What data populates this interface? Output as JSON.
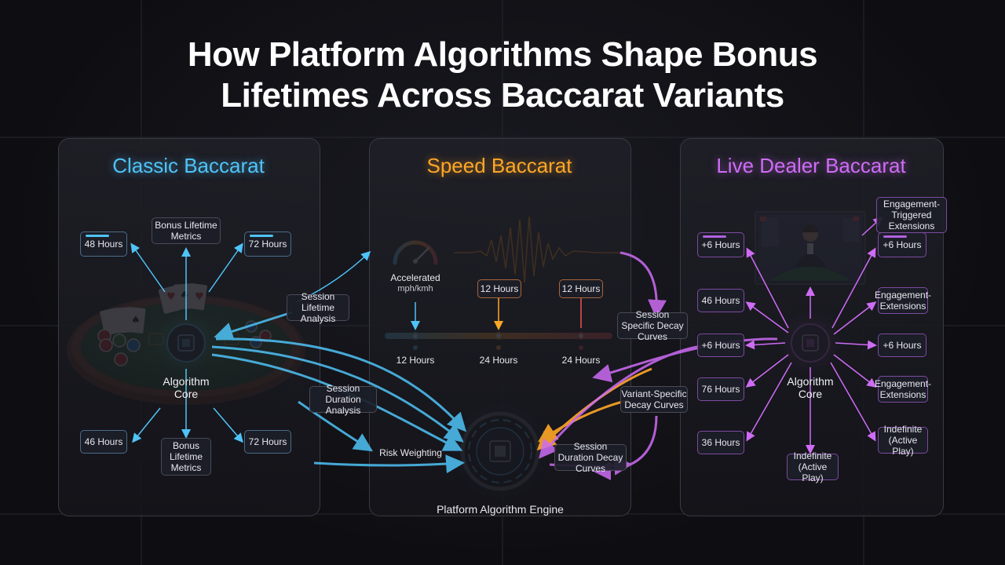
{
  "title_line1": "How Platform Algorithms Shape Bonus",
  "title_line2": "Lifetimes Across Baccarat Variants",
  "classic": {
    "title": "Classic Baccarat",
    "metrics_top": "Bonus Lifetime Metrics",
    "hours_top_left": "48 Hours",
    "hours_top_right": "72 Hours",
    "core_label": "Algorithm Core",
    "hours_bottom_left": "46 Hours",
    "metrics_bottom": "Bonus Lifetime Metrics",
    "hours_bottom_right": "72 Hours"
  },
  "speed": {
    "title": "Speed Baccarat",
    "gauge_label_1": "Accelerated",
    "gauge_label_2": "mph/kmh",
    "upper_left": "12 Hours",
    "upper_right": "12 Hours",
    "timeline_1": "12 Hours",
    "timeline_2": "24 Hours",
    "timeline_3": "24 Hours"
  },
  "live": {
    "title": "Live Dealer Baccarat",
    "engagement_triggered": "Engagement-Triggered Extensions",
    "left_1": "+6 Hours",
    "left_2": "46 Hours",
    "left_3": "+6 Hours",
    "left_4": "76 Hours",
    "left_5": "36 Hours",
    "right_1": "+6 Hours",
    "right_2": "Engagement-Extensions",
    "right_3": "+6 Hours",
    "right_4": "Engagement-Extensions",
    "right_5": "Indefinite (Active Play)",
    "bottom": "Indefinite (Active Play)",
    "core_label": "Algorithm Core"
  },
  "flows": {
    "session_lifetime": "Session Lifetime Analysis",
    "session_duration": "Session Duration Analysis",
    "risk_weighting": "Risk Weighting",
    "session_specific": "Session Specific Decay Curves",
    "variant_specific": "Variant-Specific Decay Curves",
    "session_duration_decay": "Session Duration Decay Curves"
  },
  "engine_label": "Platform Algorithm Engine",
  "colors": {
    "classic": "#4fc3f7",
    "speed": "#ffa726",
    "live": "#ce6cf5"
  }
}
